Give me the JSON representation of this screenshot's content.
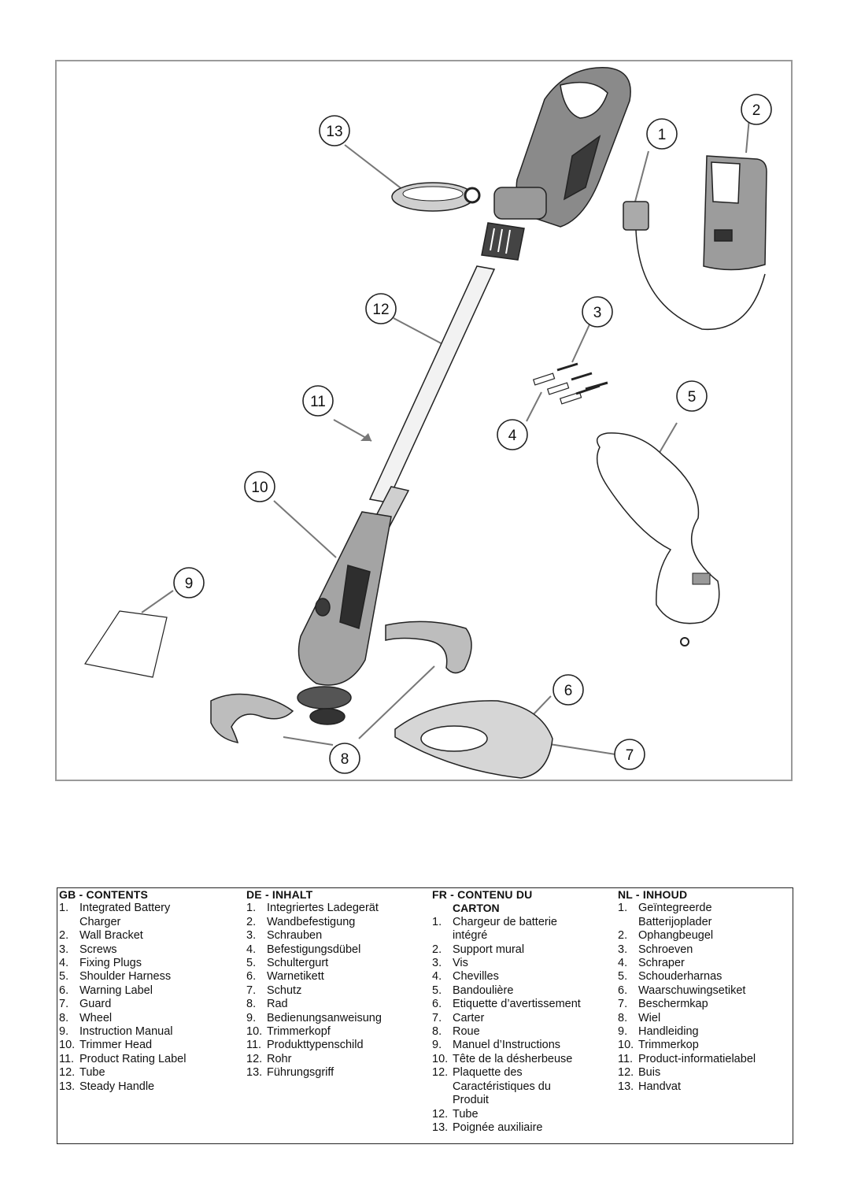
{
  "callouts": [
    "1",
    "2",
    "3",
    "4",
    "5",
    "6",
    "7",
    "8",
    "9",
    "10",
    "11",
    "12",
    "13"
  ],
  "legend": {
    "gb": {
      "heading": "GB - CONTENTS",
      "items": [
        {
          "n": "1.",
          "t": "Integrated Battery",
          "c": "Charger"
        },
        {
          "n": "2.",
          "t": "Wall Bracket"
        },
        {
          "n": "3.",
          "t": "Screws"
        },
        {
          "n": "4.",
          "t": "Fixing Plugs"
        },
        {
          "n": "5.",
          "t": "Shoulder Harness"
        },
        {
          "n": "6.",
          "t": "Warning Label"
        },
        {
          "n": "7.",
          "t": "Guard"
        },
        {
          "n": "8.",
          "t": "Wheel"
        },
        {
          "n": "9.",
          "t": "Instruction Manual"
        },
        {
          "n": "10.",
          "t": "Trimmer Head"
        },
        {
          "n": "11.",
          "t": "Product Rating Label"
        },
        {
          "n": "12.",
          "t": "Tube"
        },
        {
          "n": "13.",
          "t": "Steady Handle"
        }
      ]
    },
    "de": {
      "heading": "DE - INHALT",
      "items": [
        {
          "n": "1.",
          "t": "Integriertes Ladegerät"
        },
        {
          "n": "2.",
          "t": "Wandbefestigung"
        },
        {
          "n": "3.",
          "t": "Schrauben"
        },
        {
          "n": "4.",
          "t": "Befestigungsdübel"
        },
        {
          "n": "5.",
          "t": "Schultergurt"
        },
        {
          "n": "6.",
          "t": "Warnetikett"
        },
        {
          "n": "7.",
          "t": "Schutz"
        },
        {
          "n": "8.",
          "t": "Rad"
        },
        {
          "n": "9.",
          "t": "Bedienungsanweisung"
        },
        {
          "n": "10.",
          "t": "Trimmerkopf"
        },
        {
          "n": "11.",
          "t": "Produkttypenschild"
        },
        {
          "n": "12.",
          "t": "Rohr"
        },
        {
          "n": "13.",
          "t": "Führungsgriff"
        }
      ]
    },
    "fr": {
      "heading": "FR - CONTENU DU",
      "heading2": "CARTON",
      "items": [
        {
          "n": "1.",
          "t": "Chargeur de batterie",
          "c": "intégré"
        },
        {
          "n": "2.",
          "t": "Support mural"
        },
        {
          "n": "3.",
          "t": "Vis"
        },
        {
          "n": "4.",
          "t": "Chevilles"
        },
        {
          "n": "5.",
          "t": "Bandoulière"
        },
        {
          "n": "6.",
          "t": "Etiquette d’avertissement"
        },
        {
          "n": "7.",
          "t": "Carter"
        },
        {
          "n": "8.",
          "t": "Roue"
        },
        {
          "n": "9.",
          "t": "Manuel d’Instructions"
        },
        {
          "n": "10.",
          "t": "Tête de la désherbeuse"
        },
        {
          "n": "12.",
          "t": "Plaquette des",
          "c": "Caractéristiques du",
          "c2": "Produit"
        },
        {
          "n": "12.",
          "t": "Tube"
        },
        {
          "n": "13.",
          "t": "Poignée auxiliaire"
        }
      ]
    },
    "nl": {
      "heading": "NL - INHOUD",
      "items": [
        {
          "n": "1.",
          "t": "Geïntegreerde",
          "c": "Batterijoplader"
        },
        {
          "n": "2.",
          "t": "Ophangbeugel"
        },
        {
          "n": "3.",
          "t": "Schroeven"
        },
        {
          "n": "4.",
          "t": "Schraper"
        },
        {
          "n": "5.",
          "t": "Schouderharnas"
        },
        {
          "n": "6.",
          "t": "Waarschuwingsetiket"
        },
        {
          "n": "7.",
          "t": "Beschermkap"
        },
        {
          "n": "8.",
          "t": "Wiel"
        },
        {
          "n": "9.",
          "t": "Handleiding"
        },
        {
          "n": "10.",
          "t": "Trimmerkop"
        },
        {
          "n": "11.",
          "t": "Product-informatielabel"
        },
        {
          "n": "12.",
          "t": "Buis"
        },
        {
          "n": "13.",
          "t": " Handvat"
        }
      ]
    }
  }
}
